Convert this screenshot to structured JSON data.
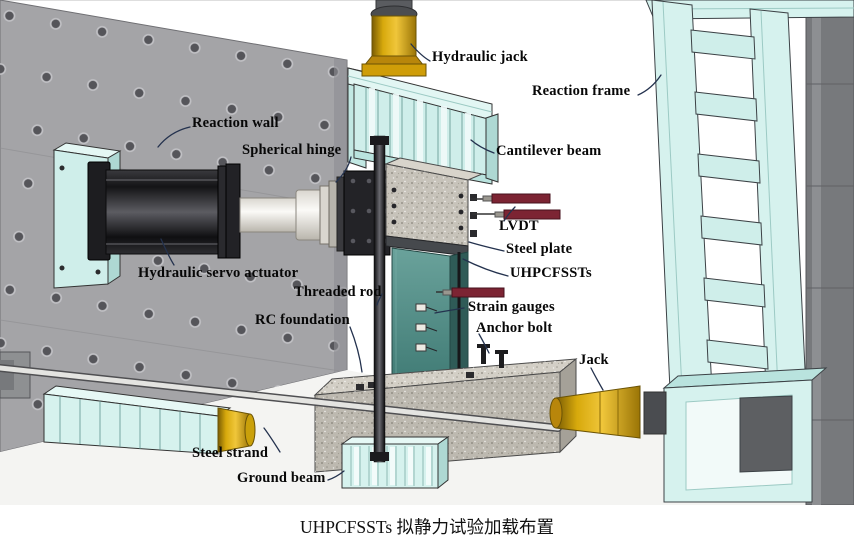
{
  "figure": {
    "caption": "UHPCFSSTs 拟静力试验加载布置"
  },
  "labels": {
    "hydraulic_jack": "Hydraulic jack",
    "reaction_frame": "Reaction frame",
    "reaction_wall": "Reaction wall",
    "spherical_hinge": "Spherical hinge",
    "cantilever_beam": "Cantilever beam",
    "lvdt": "LVDT",
    "steel_plate": "Steel plate",
    "uhpcfssts": "UHPCFSSTs",
    "hydraulic_servo_actuator": "Hydraulic servo actuator",
    "threaded_rod": "Threaded rod",
    "strain_gauges": "Strain gauges",
    "rc_foundation": "RC foundation",
    "anchor_bolt": "Anchor bolt",
    "jack": "Jack",
    "steel_strand": "Steel strand",
    "ground_beam": "Ground beam"
  },
  "colors": {
    "frame_cyan": "#d6f2ee",
    "column_teal": "#47807a",
    "jack_gold": "#d7a90c",
    "lvdt_maroon": "#7c2433",
    "wall_gray": "#a4a4a7",
    "foundation_gray": "#bdb9b0",
    "actuator_black": "#1d1d20"
  }
}
